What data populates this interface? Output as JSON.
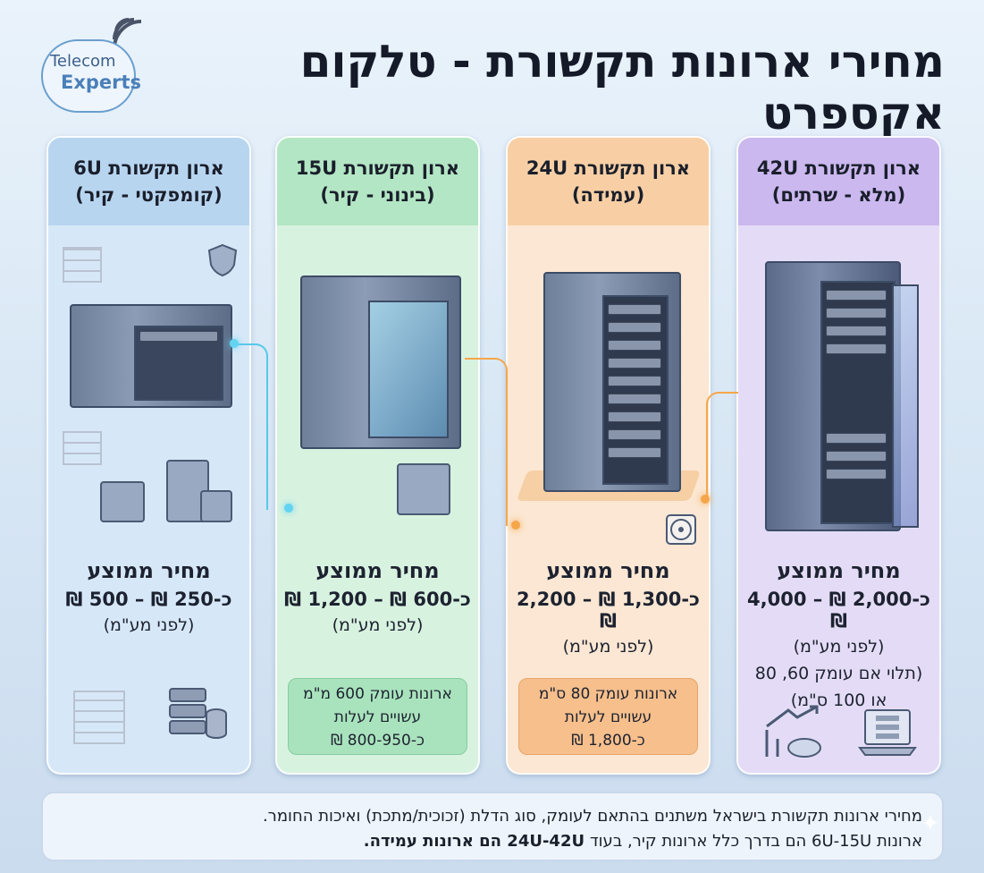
{
  "brand": {
    "line1": "Telecom",
    "line2": "Experts"
  },
  "title": "מחירי ארונות תקשורת - טלקום אקספרט",
  "columns": [
    {
      "head1": "ארון תקשורת 6U",
      "head2": "(קומפקטי - קיר)",
      "price_label": "מחיר ממוצע",
      "price_range": "כ-250 ₪ – 500 ₪",
      "price_note": "(לפני מע\"מ)"
    },
    {
      "head1": "ארון תקשורת 15U",
      "head2": "(בינוני - קיר)",
      "price_label": "מחיר ממוצע",
      "price_range": "כ-600 ₪ – 1,200 ₪",
      "price_note": "(לפני מע\"מ)",
      "note_l1": "ארונות עומק 600 מ\"מ",
      "note_l2": "עשויים לעלות",
      "note_l3": "כ-800-950 ₪"
    },
    {
      "head1": "ארון תקשורת 24U",
      "head2": "(עמידה)",
      "price_label": "מחיר ממוצע",
      "price_range": "כ-1,300 ₪ – 2,200 ₪",
      "price_note": "(לפני מע\"מ)",
      "note_l1": "ארונות עומק 80 ס\"מ",
      "note_l2": "עשויים לעלות",
      "note_l3": "כ-1,800 ₪"
    },
    {
      "head1": "ארון תקשורת 42U",
      "head2": "(מלא - שרתים)",
      "price_label": "מחיר ממוצע",
      "price_range": "כ-2,000 ₪ – 4,000 ₪",
      "price_note": "(לפני מע\"מ)",
      "price_note2": "(תלוי אם עומק 60, 80",
      "price_note3": "או 100 ס\"מ)"
    }
  ],
  "footer": {
    "line1": "מחירי ארונות תקשורת בישראל משתנים בהתאם לעומק, סוג הדלת (זכוכית/מתכת) ואיכות החומר.",
    "line2_a": "ארונות 6U-15U הם בדרך כלל ארונות קיר, בעוד ",
    "line2_b": "24U-42U הם ארונות עמידה."
  },
  "colors": {
    "blue": "#b8d5f0",
    "green": "#b3e6c4",
    "orange": "#f8cfa5",
    "purple": "#cbb8ef",
    "wire": "#56c8ea",
    "wire_orange": "#f5a64a"
  },
  "icons": [
    "wifi-signal-icon",
    "cloud-logo-icon",
    "shield-icon",
    "brick-wall-icon",
    "server-stack-icon",
    "fan-icon",
    "growth-chart-icon",
    "laptop-server-icon",
    "sparkle-icon"
  ]
}
